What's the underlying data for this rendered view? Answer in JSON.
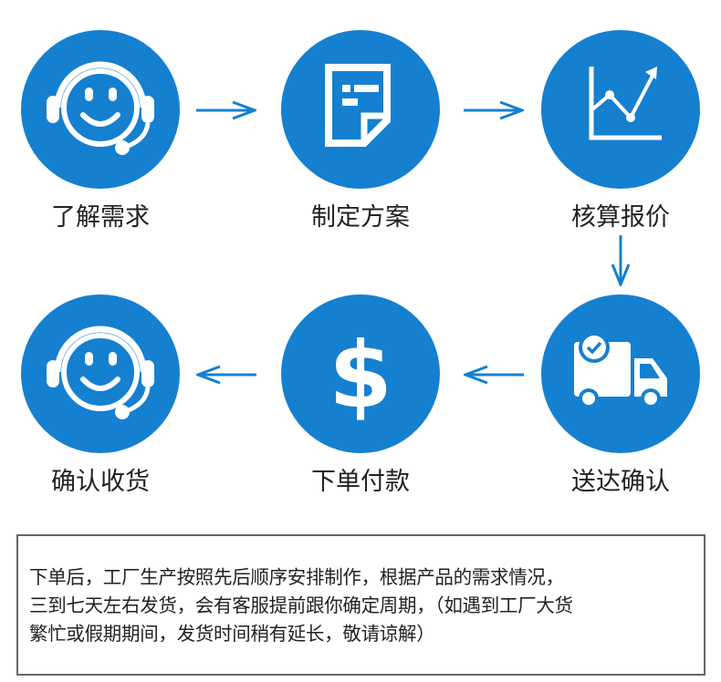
{
  "steps": [
    {
      "label": "了解需求",
      "icon": "customer-service-icon"
    },
    {
      "label": "制定方案",
      "icon": "document-icon"
    },
    {
      "label": "核算报价",
      "icon": "chart-icon"
    },
    {
      "label": "送达确认",
      "icon": "delivery-truck-icon"
    },
    {
      "label": "下单付款",
      "icon": "dollar-icon"
    },
    {
      "label": "确认收货",
      "icon": "customer-service-icon"
    }
  ],
  "note": {
    "lines": [
      "下单后，工厂生产按照先后顺序安排制作，根据产品的需求情况，",
      "三到七天左右发货，会有客服提前跟你确定周期，（如遇到工厂大货",
      "繁忙或假期期间，发货时间稍有延长，敬请谅解）"
    ]
  },
  "colors": {
    "accent": "#1580d0",
    "border": "#666666"
  }
}
